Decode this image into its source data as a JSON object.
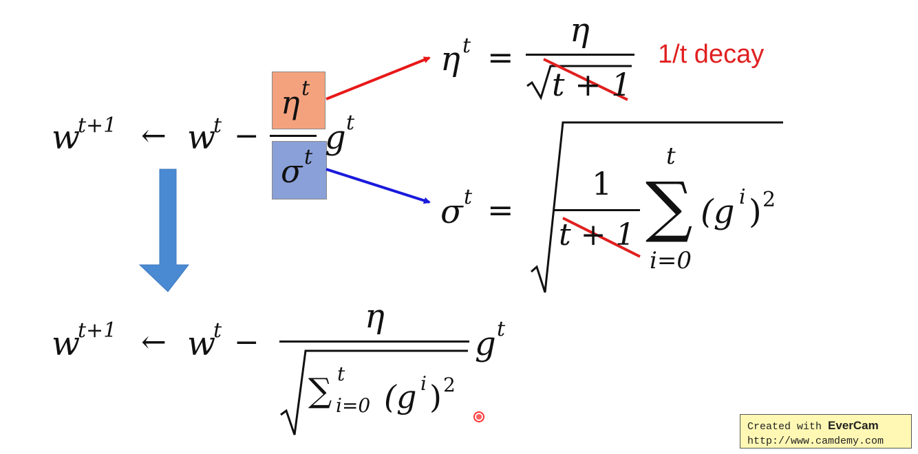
{
  "top_rule": {
    "lhs": "w",
    "lhs_sup": "t+1",
    "arrow": "←",
    "w": "w",
    "w_sup": "t",
    "minus": "−",
    "eta": "η",
    "eta_sup": "t",
    "sigma": "σ",
    "sigma_sup": "t",
    "g": "g",
    "g_sup": "t"
  },
  "eta_def": {
    "lhs": "η",
    "lhs_sup": "t",
    "equals": "=",
    "numerator": "η",
    "denominator": "t + 1",
    "note": "1/t decay"
  },
  "sigma_def": {
    "lhs": "σ",
    "lhs_sup": "t",
    "equals": "=",
    "one": "1",
    "frac_den": "t + 1",
    "sum": "∑",
    "sum_top": "t",
    "sum_bottom": "i=0",
    "term": "(g",
    "term_sup": "i",
    "term_close": ")",
    "term_pow": "2"
  },
  "bottom_rule": {
    "lhs": "w",
    "lhs_sup": "t+1",
    "arrow": "←",
    "w": "w",
    "w_sup": "t",
    "minus": "−",
    "numerator": "η",
    "den_sum": "∑",
    "den_sum_top": "t",
    "den_sum_bottom": "i=0",
    "den_term": "(g",
    "den_term_sup": "i",
    "den_term_close": ")",
    "den_term_pow": "2",
    "g": "g",
    "g_sup": "t"
  },
  "watermark": {
    "line1_prefix": "Created with ",
    "line1_brand": "EverCam",
    "line2": "http://www.camdemy.com"
  },
  "colors": {
    "eta_box": "#f4a27e",
    "sigma_box": "#8aa0d8",
    "red_arrow": "#e81818",
    "blue_arrow": "#1a1adc",
    "down_arrow": "#4a8ad2",
    "strike": "#e02020",
    "note": "#e02020"
  }
}
